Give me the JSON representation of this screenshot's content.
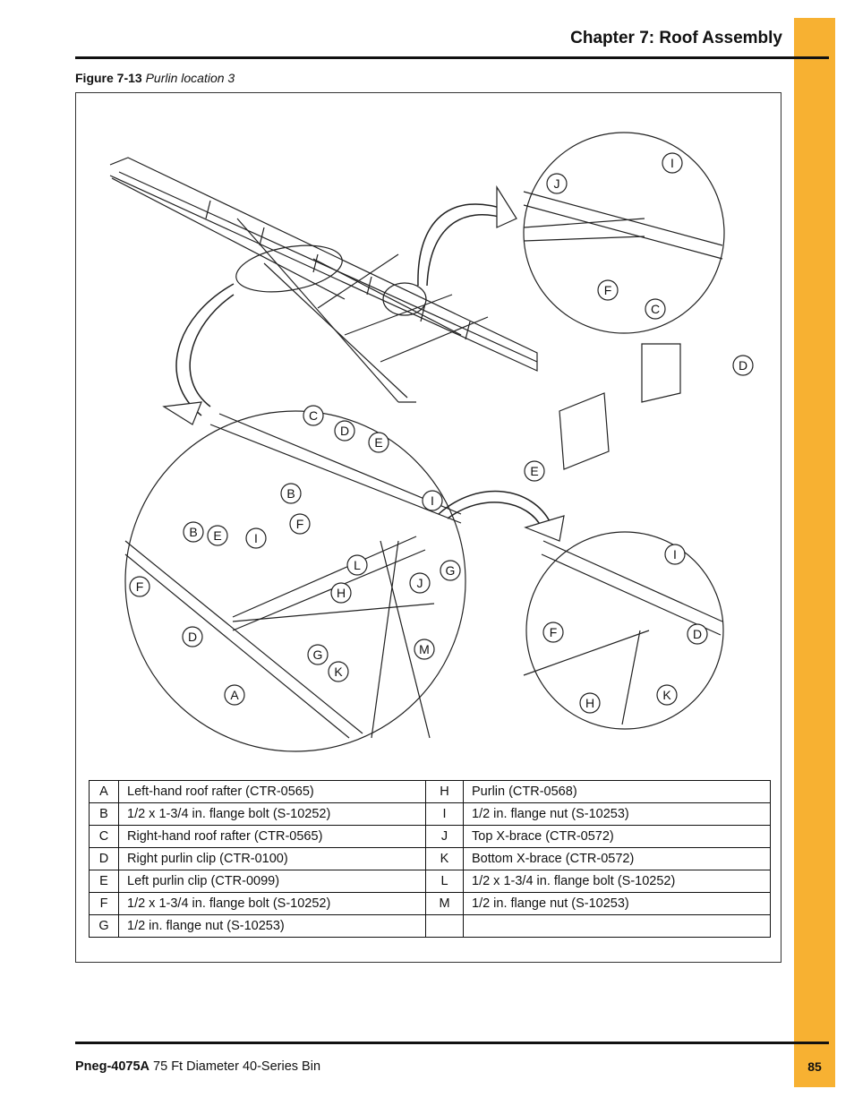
{
  "header": {
    "chapter_title": "Chapter 7: Roof Assembly"
  },
  "figure": {
    "number": "Figure 7-13",
    "title": "Purlin location 3"
  },
  "callouts": {
    "main": [
      "C",
      "D",
      "E",
      "B",
      "I",
      "F",
      "B",
      "E",
      "I",
      "G",
      "F",
      "L",
      "H",
      "J",
      "D",
      "M",
      "G",
      "K",
      "A"
    ],
    "top_detail": [
      "I",
      "J",
      "F",
      "C"
    ],
    "parts": [
      "D",
      "E"
    ],
    "bottom_detail": [
      "I",
      "F",
      "D",
      "H",
      "K"
    ]
  },
  "parts_table": {
    "rows": [
      {
        "k1": "A",
        "d1": "Left-hand roof rafter (CTR-0565)",
        "k2": "H",
        "d2": "Purlin (CTR-0568)"
      },
      {
        "k1": "B",
        "d1": "1/2 x 1-3/4 in. flange bolt (S-10252)",
        "k2": "I",
        "d2": "1/2 in. flange nut (S-10253)"
      },
      {
        "k1": "C",
        "d1": "Right-hand roof rafter (CTR-0565)",
        "k2": "J",
        "d2": "Top X-brace (CTR-0572)"
      },
      {
        "k1": "D",
        "d1": "Right purlin clip (CTR-0100)",
        "k2": "K",
        "d2": "Bottom X-brace (CTR-0572)"
      },
      {
        "k1": "E",
        "d1": "Left purlin clip (CTR-0099)",
        "k2": "L",
        "d2": "1/2 x 1-3/4 in. flange bolt (S-10252)"
      },
      {
        "k1": "F",
        "d1": "1/2 x 1-3/4 in. flange bolt (S-10252)",
        "k2": "M",
        "d2": "1/2 in. flange nut (S-10253)"
      },
      {
        "k1": "G",
        "d1": "1/2 in. flange nut (S-10253)",
        "k2": "",
        "d2": ""
      }
    ]
  },
  "footer": {
    "doc_id": "Pneg-4075A",
    "doc_title": " 75 Ft Diameter 40-Series Bin",
    "page_number": "85"
  },
  "colors": {
    "accent_bar": "#f7b132",
    "rule": "#111111"
  }
}
